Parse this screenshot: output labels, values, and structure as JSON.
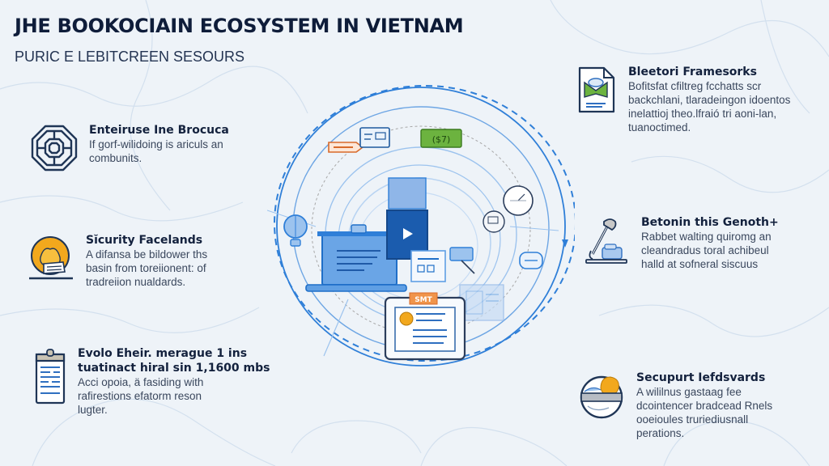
{
  "header": {
    "title_main": "JHE BOOKOCIAIN ECOSYSTEM IN",
    "title_emphasis": "VIETNAM",
    "subtitle": "PURIC E LEBITCREEN SESOURS"
  },
  "features": [
    {
      "icon": "octagon-network-icon",
      "heading": "Enteiruse Ine Brocuca",
      "lines": [
        "If gorf-wilidoing is ariculs an",
        "combunits."
      ]
    },
    {
      "icon": "security-mascot-icon",
      "heading": "Sĭcurity Facelands",
      "lines": [
        "A difansa be bildower ths",
        "basin from toreiionent: of",
        "tradreiion nualdards."
      ]
    },
    {
      "icon": "ledger-calendar-icon",
      "heading": "Evolo Eheir. merague 1 ins",
      "heading2": "tuatinact hiral sin 1,1600 mbs",
      "lines": [
        "Acci opoia, ä fasiding with",
        "rafirestions efatorm reson",
        "lugter."
      ]
    },
    {
      "icon": "document-certificate-icon",
      "heading": "Bleetori Framesorks",
      "lines": [
        "Bofitsfat cfiltreg fcchatts scr",
        "backchlani, tlaradeingon idoentos",
        "inelattioj theo.lfraió tri aoni-lan,",
        "tuanoctimed."
      ]
    },
    {
      "icon": "microscope-lab-icon",
      "heading": "Betonin this Genoth+",
      "lines": [
        "Rabbet walting quiromg an",
        "cleandradus toral achibeul",
        "halld at sofneral siscuus"
      ]
    },
    {
      "icon": "guardian-badge-icon",
      "heading": "Secupurt Iefdsvards",
      "lines": [
        "A wililnus gastaag fee",
        "dcointencer bradcead Rnels",
        "ooeioules truriediusnall",
        "perations."
      ]
    }
  ],
  "hub": {
    "label": "central-blockchain-hub",
    "money_badge_text": "($7)",
    "tag_text": "SMT",
    "colors": {
      "primary": "#2f7fd8",
      "dark": "#1b5cae",
      "light": "#9cc3ee",
      "green": "#6cb33f",
      "orange": "#f0944a",
      "outline": "#2c3e5c"
    }
  }
}
